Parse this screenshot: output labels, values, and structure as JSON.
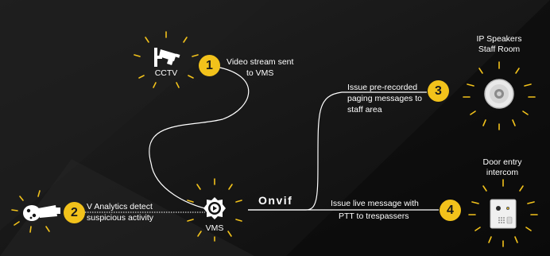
{
  "nodes": {
    "cctv": {
      "label": "CCTV"
    },
    "vms": {
      "label": "VMS"
    },
    "ip_speakers": {
      "label_line1": "IP Speakers",
      "label_line2": "Staff Room"
    },
    "door_intercom": {
      "label_line1": "Door entry",
      "label_line2": "intercom"
    }
  },
  "steps": [
    {
      "number": "1",
      "text_line1": "Video stream sent",
      "text_line2": "to VMS"
    },
    {
      "number": "2",
      "text_line1": "V Analytics detect",
      "text_line2": "suspicious activity"
    },
    {
      "number": "3",
      "text_line1": "Issue pre-recorded",
      "text_line2": "paging messages to",
      "text_line3": "staff area"
    },
    {
      "number": "4",
      "text_line1": "Issue live message with",
      "text_line2": "PTT to trespassers"
    }
  ],
  "protocol": {
    "label": "Onvif"
  },
  "colors": {
    "background": "#141414",
    "accent": "#f2c21b",
    "line": "#ffffff",
    "text": "#ffffff"
  },
  "icons": {
    "cctv": "cctv-camera-icon",
    "analytics": "analytics-camera-icon",
    "vms": "vms-gear-play-icon",
    "speaker": "ceiling-speaker-icon",
    "intercom": "intercom-icon"
  }
}
